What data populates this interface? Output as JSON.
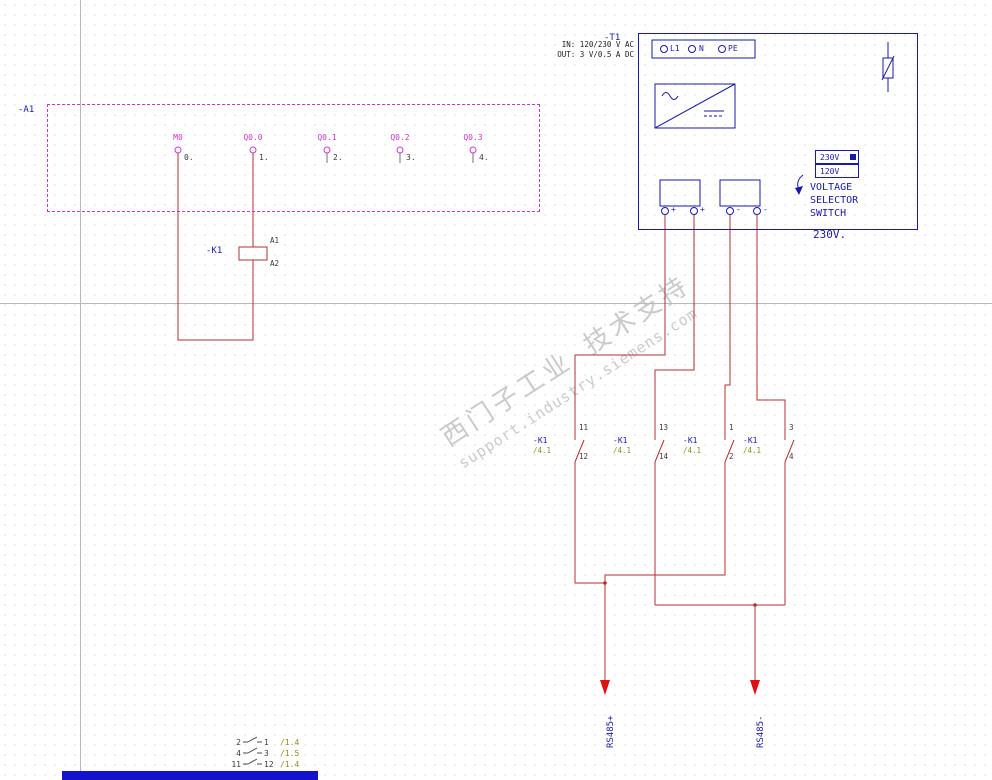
{
  "page": {
    "watermark_line1": "西门子工业 技术支持",
    "watermark_line2": "support.industry.siemens.com"
  },
  "plc": {
    "tag": "-A1",
    "outputs": [
      {
        "name": "M0",
        "pin": "0."
      },
      {
        "name": "Q0.0",
        "pin": "1."
      },
      {
        "name": "Q0.1",
        "pin": "2."
      },
      {
        "name": "Q0.2",
        "pin": "3."
      },
      {
        "name": "Q0.3",
        "pin": "4."
      }
    ]
  },
  "coil": {
    "tag": "-K1",
    "top_pin": "A1",
    "bottom_pin": "A2"
  },
  "psu": {
    "tag": "-T1",
    "in_rating": "IN: 120/230 V AC",
    "out_rating": "OUT: 3 V/0.5 A DC",
    "input_terminals": [
      "L1",
      "N",
      "PE"
    ],
    "output_terminals": [
      "+",
      "+",
      "-",
      "-"
    ],
    "selector_options": [
      "230V",
      "120V"
    ],
    "selector_caption": [
      "VOLTAGE",
      "SELECTOR",
      "SWITCH"
    ],
    "selector_setting": "230V."
  },
  "contacts": [
    {
      "tag": "-K1",
      "xref": "/4.1",
      "top_pin": "11",
      "bottom_pin": "12"
    },
    {
      "tag": "-K1",
      "xref": "/4.1",
      "top_pin": "13",
      "bottom_pin": "14"
    },
    {
      "tag": "-K1",
      "xref": "/4.1",
      "top_pin": "1",
      "bottom_pin": "2"
    },
    {
      "tag": "-K1",
      "xref": "/4.1",
      "top_pin": "3",
      "bottom_pin": "4"
    }
  ],
  "signals": [
    {
      "label": "RS485+"
    },
    {
      "label": "RS485-"
    }
  ],
  "xref_table": [
    {
      "from": "2",
      "to": "1",
      "ref": "/1.4"
    },
    {
      "from": "4",
      "to": "3",
      "ref": "/1.5"
    },
    {
      "from": "11",
      "to": "12",
      "ref": "/1.4"
    }
  ],
  "colors": {
    "wire": "#b03030",
    "device": "#1a1aa6",
    "terminal": "#c838c8",
    "xref": "#8f8f1f",
    "arrow": "#e01010"
  }
}
